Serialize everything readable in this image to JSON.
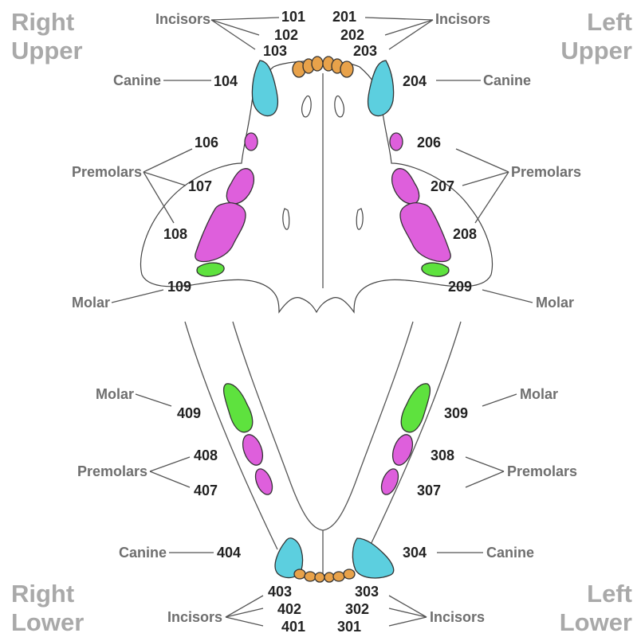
{
  "quadrants": {
    "right_upper": [
      "Right",
      "Upper"
    ],
    "left_upper": [
      "Left",
      "Upper"
    ],
    "right_lower": [
      "Right",
      "Lower"
    ],
    "left_lower": [
      "Left",
      "Lower"
    ]
  },
  "labels": {
    "incisors": "Incisors",
    "canine": "Canine",
    "premolars": "Premolars",
    "molar": "Molar"
  },
  "numbers": {
    "t101": "101",
    "t102": "102",
    "t103": "103",
    "t104": "104",
    "t106": "106",
    "t107": "107",
    "t108": "108",
    "t109": "109",
    "t201": "201",
    "t202": "202",
    "t203": "203",
    "t204": "204",
    "t206": "206",
    "t207": "207",
    "t208": "208",
    "t209": "209",
    "t301": "301",
    "t302": "302",
    "t303": "303",
    "t304": "304",
    "t307": "307",
    "t308": "308",
    "t309": "309",
    "t401": "401",
    "t402": "402",
    "t403": "403",
    "t404": "404",
    "t407": "407",
    "t408": "408",
    "t409": "409"
  },
  "colors": {
    "incisor": "#e8a24a",
    "canine": "#5ccfdf",
    "premolar": "#de5fdc",
    "molar": "#5ee23e",
    "quadrant_text": "#a9a9a9",
    "label_text": "#6f6f6f",
    "number_text": "#222222"
  }
}
